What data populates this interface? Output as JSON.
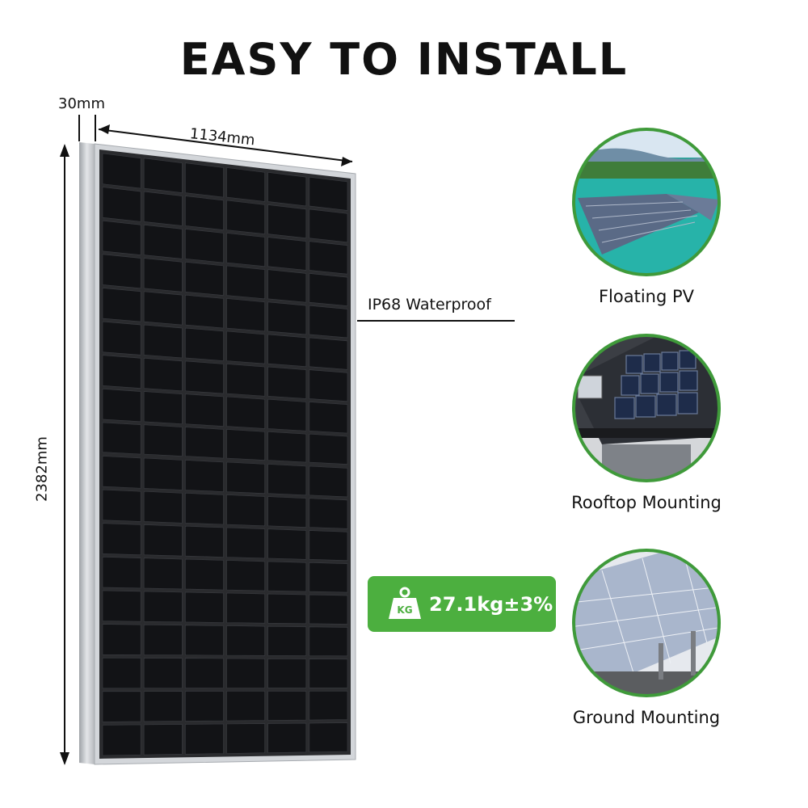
{
  "header": {
    "title": "EASY TO INSTALL"
  },
  "dimensions": {
    "thickness": "30mm",
    "width": "1134mm",
    "height": "2382mm"
  },
  "features": {
    "waterproof": "IP68 Waterproof",
    "weight_badge": {
      "icon_text": "KG",
      "value": "27.1kg±3%",
      "color": "#4caf3f"
    }
  },
  "applications": [
    {
      "label": "Floating PV",
      "icon": "floating-pv-photo"
    },
    {
      "label": "Rooftop Mounting",
      "icon": "rooftop-photo"
    },
    {
      "label": "Ground Mounting",
      "icon": "ground-mount-photo"
    }
  ],
  "colors": {
    "accent": "#4caf3f",
    "ring": "#3f9a3a",
    "panel_frame": "#c9ccd0",
    "cell": "#1b1c1f"
  }
}
